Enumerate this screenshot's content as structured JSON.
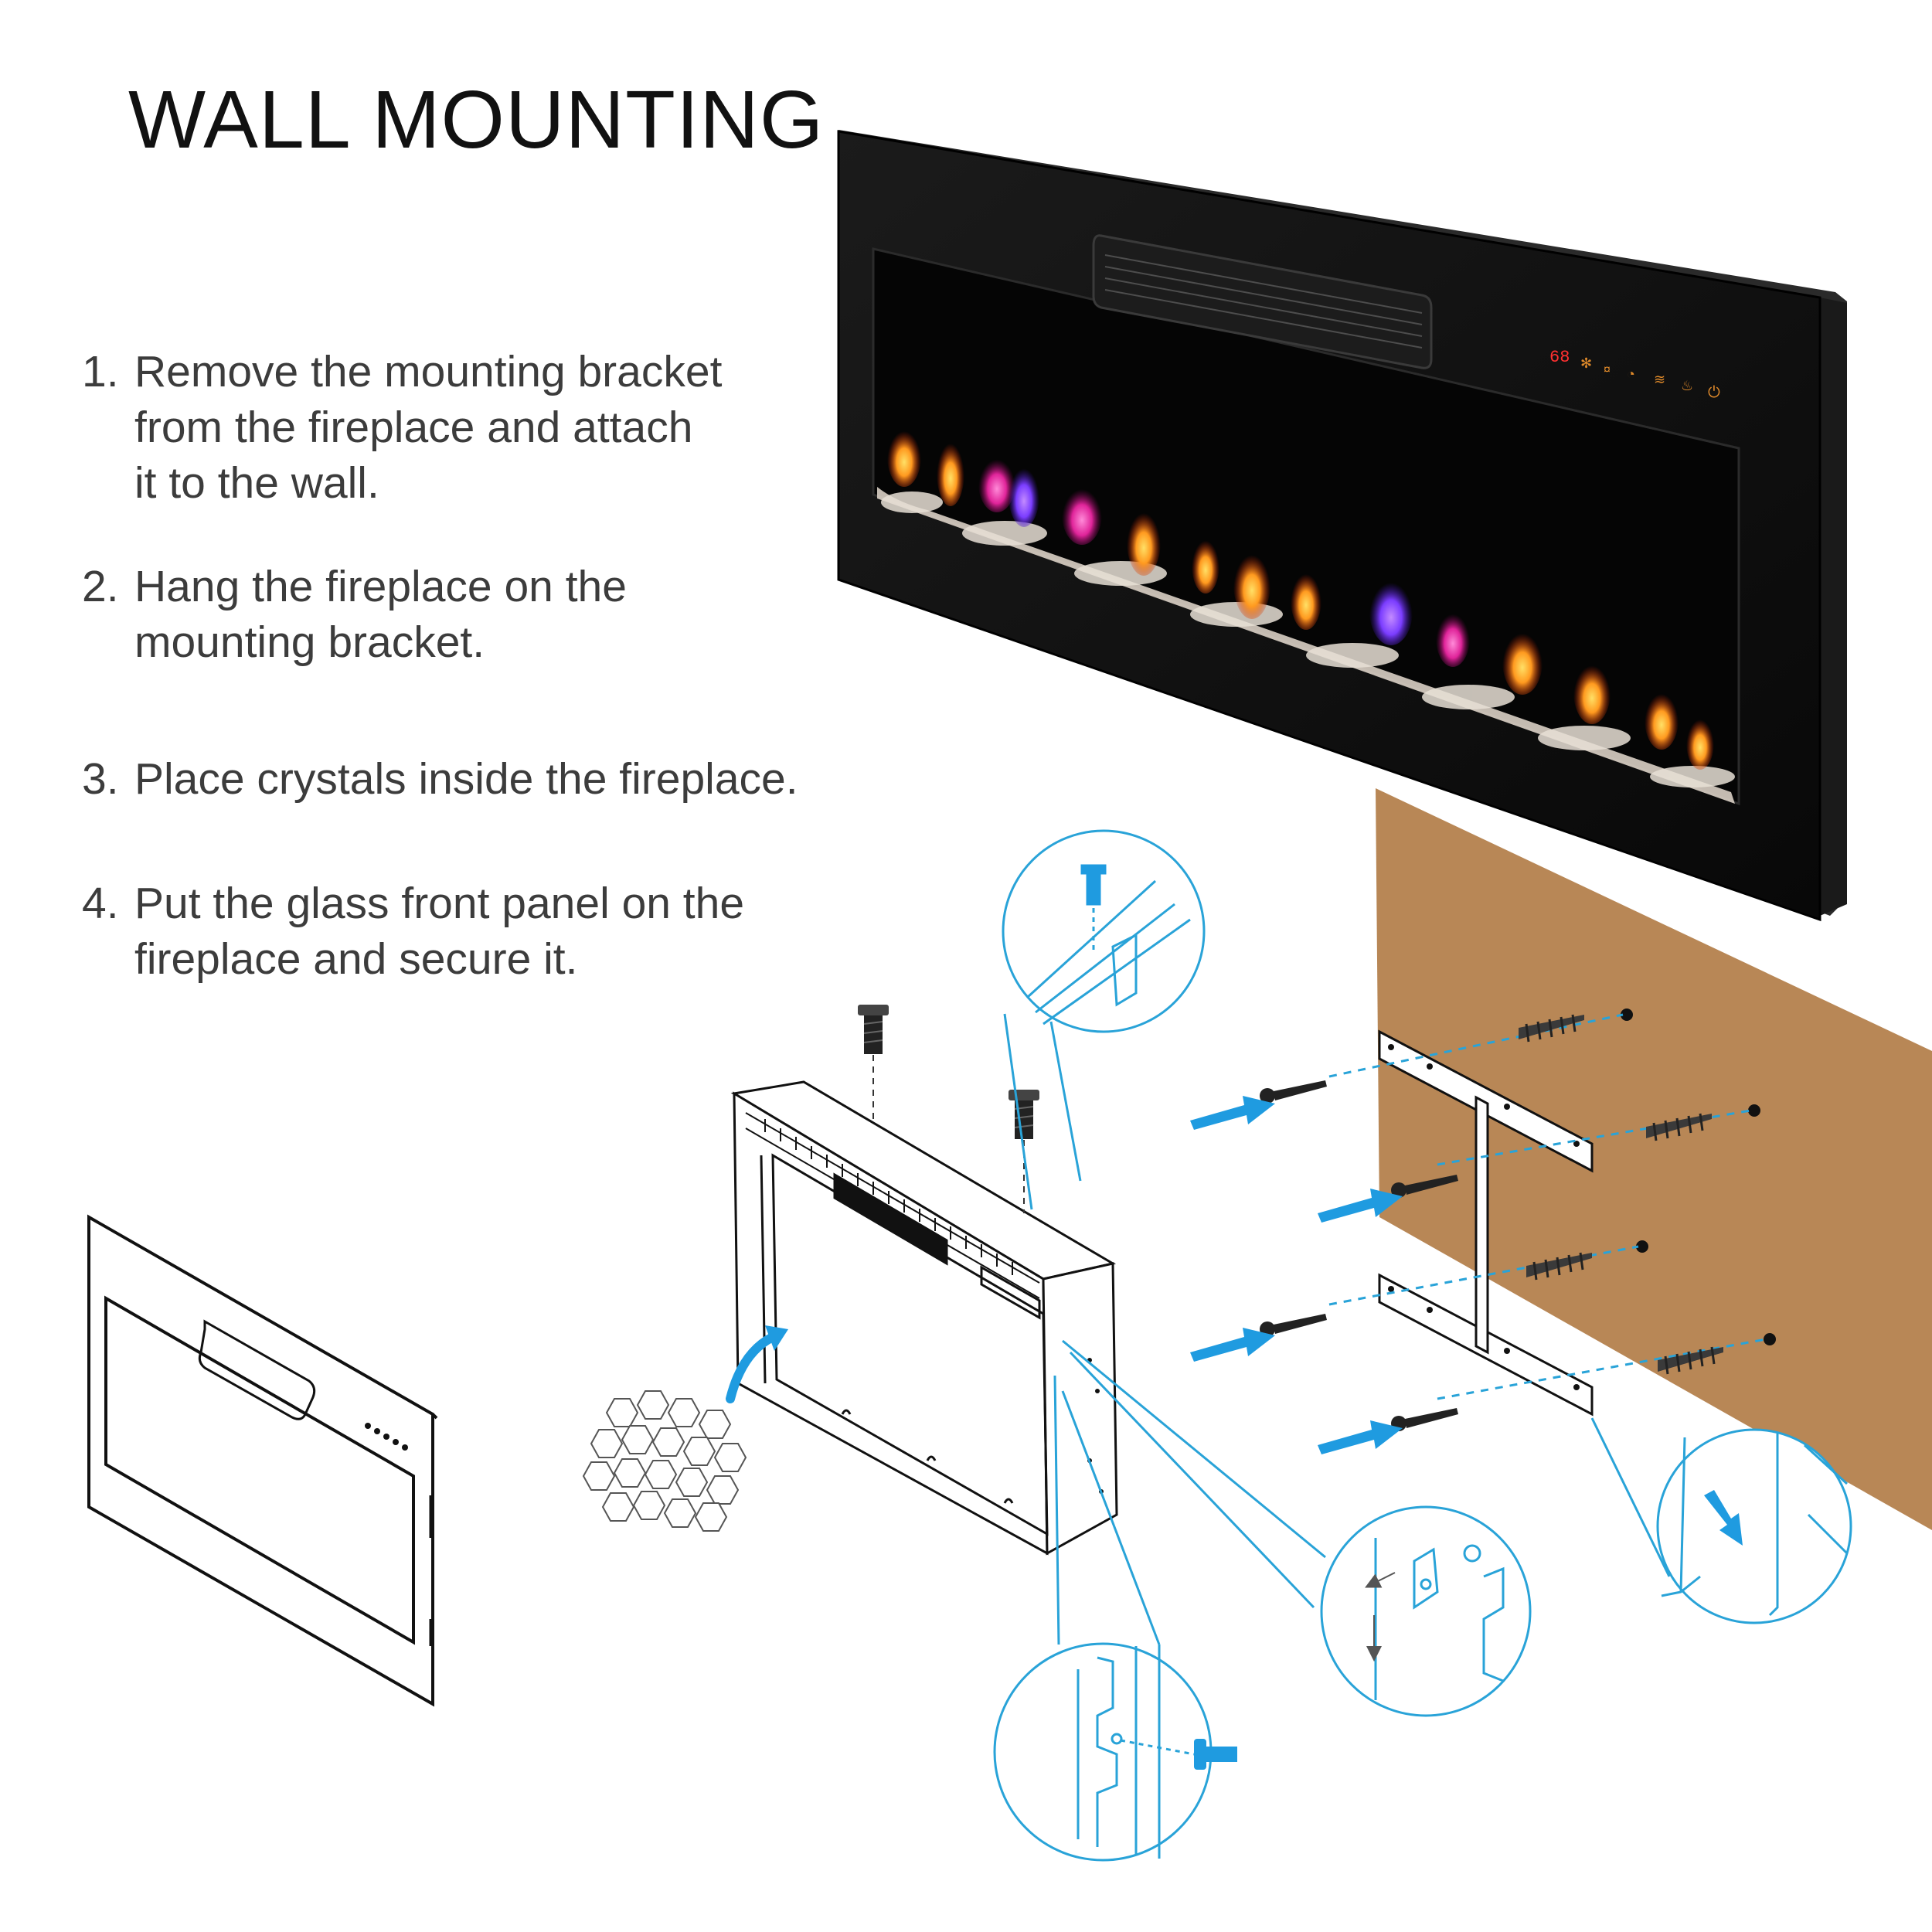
{
  "title": "WALL MOUNTING",
  "steps": [
    {
      "number": "1.",
      "lines": [
        "Remove the mounting bracket",
        "from the fireplace and attach",
        "it to the wall."
      ]
    },
    {
      "number": "2.",
      "lines": [
        "Hang the fireplace on the",
        "mounting bracket."
      ]
    },
    {
      "number": "3.",
      "lines": [
        "Place crystals inside the fireplace."
      ]
    },
    {
      "number": "4.",
      "lines": [
        "Put the glass front panel on the",
        "fireplace and secure it."
      ]
    }
  ],
  "display_readout": "68",
  "colors": {
    "callout_line": "#29a3d8",
    "arrow": "#1f9be0",
    "wall": "#b88756",
    "fireplace_body": "#111111",
    "text": "#3c3c3c"
  },
  "icons": [
    "screw-icon",
    "wall-anchor-icon",
    "arrow-icon",
    "crystal-icon",
    "power-icon",
    "flame-icon",
    "timer-icon",
    "snowflake-icon"
  ]
}
